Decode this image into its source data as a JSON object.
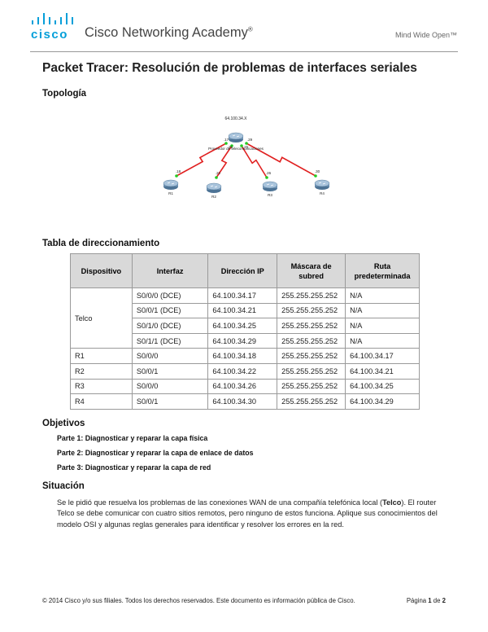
{
  "header": {
    "logo_text": "cisco",
    "academy": "Cisco Networking Academy",
    "academy_mark": "®",
    "tagline": "Mind Wide Open™"
  },
  "title": "Packet Tracer: Resolución de problemas de interfaces seriales",
  "topology": {
    "heading": "Topología",
    "labels": {
      "center_ip": "64.100.34.X",
      "isp": "Proveedor de telecomunicaciones",
      "r1": "R1",
      "r2": "R2",
      "r3": "R3",
      "r4": "R4",
      "l17": ".17",
      "l21": ".21",
      "l25": ".25",
      "l29": ".29",
      "l18": ".18",
      "l22": ".22",
      "l26": ".26",
      "l30": ".30"
    },
    "colors": {
      "link": "#e02020",
      "port": "#22cc22",
      "router": "#6f93b4"
    }
  },
  "addressing": {
    "heading": "Tabla de direccionamiento",
    "columns": [
      "Dispositivo",
      "Interfaz",
      "Dirección IP",
      "Máscara de subred",
      "Ruta predeterminada"
    ],
    "telco": {
      "device": "Telco",
      "rows": [
        [
          "S0/0/0 (DCE)",
          "64.100.34.17",
          "255.255.255.252",
          "N/A"
        ],
        [
          "S0/0/1 (DCE)",
          "64.100.34.21",
          "255.255.255.252",
          "N/A"
        ],
        [
          "S0/1/0 (DCE)",
          "64.100.34.25",
          "255.255.255.252",
          "N/A"
        ],
        [
          "S0/1/1 (DCE)",
          "64.100.34.29",
          "255.255.255.252",
          "N/A"
        ]
      ]
    },
    "rows": [
      [
        "R1",
        "S0/0/0",
        "64.100.34.18",
        "255.255.255.252",
        "64.100.34.17"
      ],
      [
        "R2",
        "S0/0/1",
        "64.100.34.22",
        "255.255.255.252",
        "64.100.34.21"
      ],
      [
        "R3",
        "S0/0/0",
        "64.100.34.26",
        "255.255.255.252",
        "64.100.34.25"
      ],
      [
        "R4",
        "S0/0/1",
        "64.100.34.30",
        "255.255.255.252",
        "64.100.34.29"
      ]
    ]
  },
  "objectives": {
    "heading": "Objetivos",
    "items": [
      "Parte 1: Diagnosticar y reparar la capa física",
      "Parte 2: Diagnosticar y reparar la capa de enlace de datos",
      "Parte 3: Diagnosticar y reparar la capa de red"
    ]
  },
  "situation": {
    "heading": "Situación",
    "text_before": "Se le pidió que resuelva los problemas de las conexiones WAN de una compañía telefónica local (",
    "bold": "Telco",
    "text_after": "). El router Telco se debe comunicar con cuatro sitios remotos, pero ninguno de estos funciona. Aplique sus conocimientos del modelo OSI y algunas reglas generales para identificar y resolver los errores en la red."
  },
  "footer": {
    "copyright": "© 2014 Cisco y/o sus filiales. Todos los derechos reservados. Este documento es información pública de Cisco.",
    "page_prefix": "Página ",
    "page_current": "1",
    "page_mid": " de ",
    "page_total": "2"
  }
}
